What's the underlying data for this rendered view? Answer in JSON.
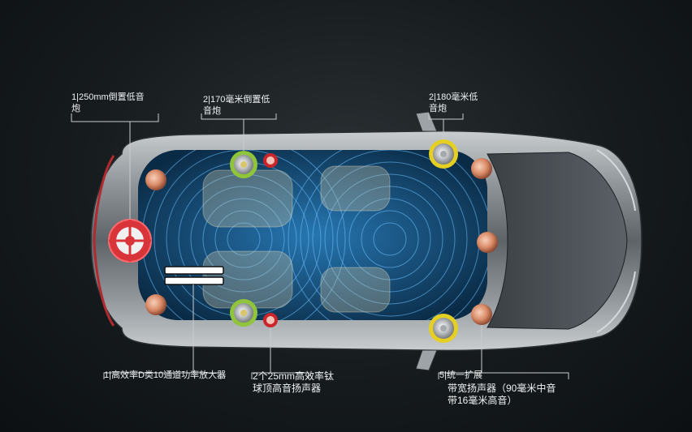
{
  "labels": {
    "subwoofer_250": "1|250mm倒置低音\n炮",
    "woofer_170": "2|170毫米倒置低\n音炮",
    "woofer_180": "2|180毫米低\n音炮",
    "amplifier": "1|高效率D类10通道功率放大器",
    "tweeter": "2个25mm高效率钛\n球顶高音扬声器",
    "extension": "5|统一扩展",
    "fullrange": "带宽扬声器（90毫米中音\n带16毫米高音）"
  },
  "colors": {
    "background": "#14191b",
    "subwoofer": "#d9343a",
    "woofer_170": "#8fc43b",
    "woofer_180": "#e5cf23",
    "tweeter": "#c8262b",
    "fullrange": "#d98a66",
    "sound_waves": "#3aa2e0"
  }
}
